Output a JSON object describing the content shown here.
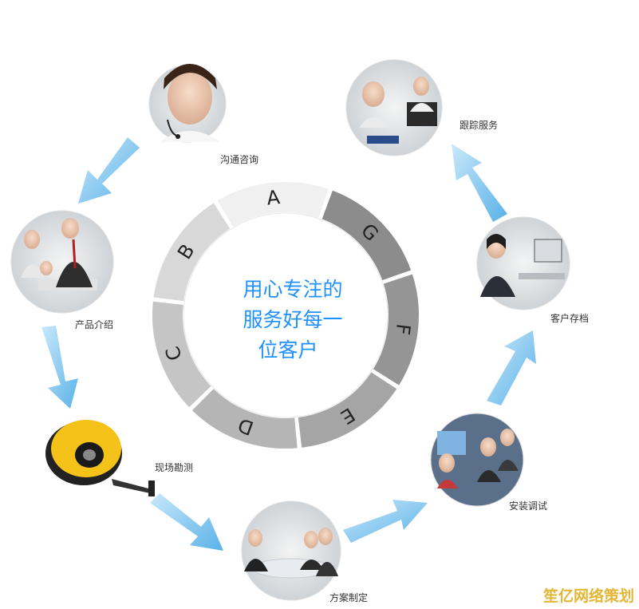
{
  "center": {
    "line1": "用心专注的",
    "line2": "服务好每一",
    "line3": "位客户"
  },
  "ring_segments": [
    {
      "letter": "A",
      "color": "#f0f0f0"
    },
    {
      "letter": "G",
      "color": "#8c8c8c"
    },
    {
      "letter": "F",
      "color": "#959595"
    },
    {
      "letter": "E",
      "color": "#a5a5a5"
    },
    {
      "letter": "D",
      "color": "#b5b5b5"
    },
    {
      "letter": "C",
      "color": "#c5c5c5"
    },
    {
      "letter": "B",
      "color": "#d8d8d8"
    }
  ],
  "steps": [
    {
      "label": "沟通咨询",
      "icon": "headset-agent-photo"
    },
    {
      "label": "跟踪服务",
      "icon": "call-center-photo"
    },
    {
      "label": "客户存档",
      "icon": "computer-desk-photo"
    },
    {
      "label": "安装调试",
      "icon": "team-meeting-photo"
    },
    {
      "label": "方案制定",
      "icon": "conference-room-photo"
    },
    {
      "label": "现场勘测",
      "icon": "measuring-tape-photo"
    },
    {
      "label": "产品介绍",
      "icon": "presentation-photo"
    }
  ],
  "colors": {
    "arrow": "#7cc4ee",
    "center_text": "#1e90ff",
    "watermark": "#e0b020"
  },
  "watermark": "笙亿网络策划"
}
